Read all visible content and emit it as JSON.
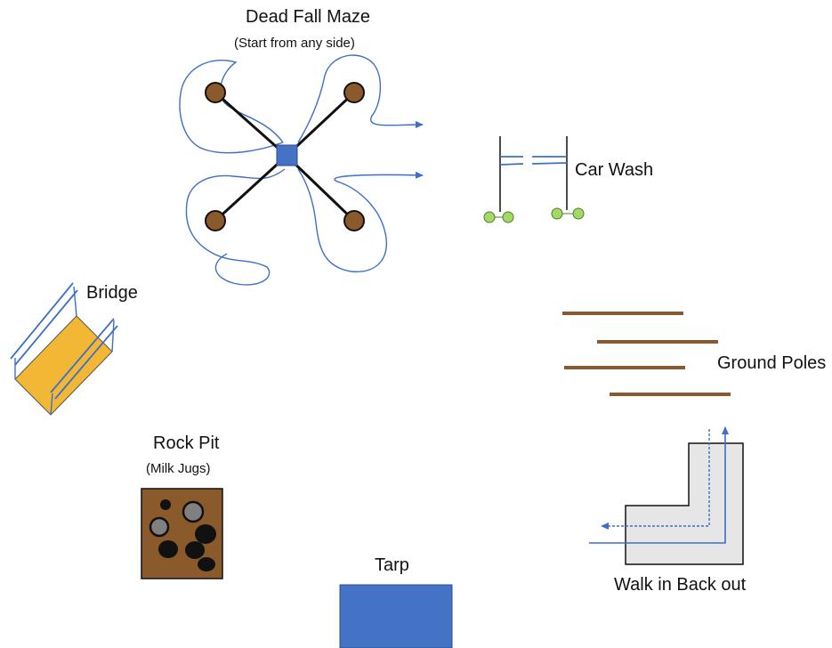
{
  "diagram": {
    "stations": [
      {
        "id": "deadfall",
        "title": "Dead Fall Maze",
        "subtitle": "(Start from any side)"
      },
      {
        "id": "carwash",
        "title": "Car Wash"
      },
      {
        "id": "bridge",
        "title": "Bridge"
      },
      {
        "id": "groundpoles",
        "title": "Ground Poles"
      },
      {
        "id": "rockpit",
        "title": "Rock Pit",
        "subtitle": "(Milk Jugs)"
      },
      {
        "id": "tarp",
        "title": "Tarp"
      },
      {
        "id": "walkin",
        "title": "Walk in Back out"
      }
    ],
    "colors": {
      "path_blue": "#3e6fc7",
      "brown": "#8b5a2b",
      "pole_brown": "#8a5a2e",
      "tarp_blue": "#4472c4",
      "bridge_yellow": "#f2b835",
      "wash_green": "#a3d966",
      "walk_gray": "#e6e6e6"
    }
  }
}
